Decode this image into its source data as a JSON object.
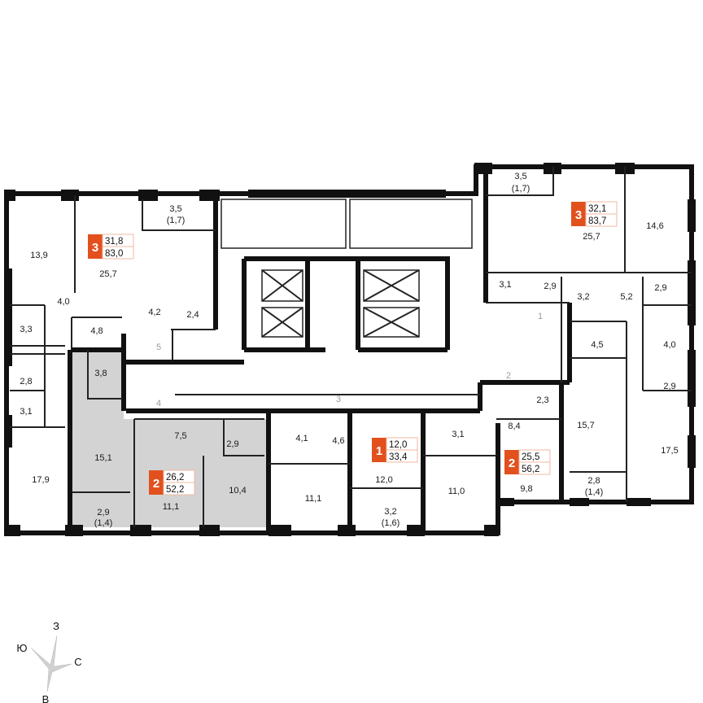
{
  "colors": {
    "badge": "#e2501e",
    "selected_apartment": "#d3d3d3",
    "walls": "#111111"
  },
  "rooms": [
    "13,9",
    "25,7",
    "3,5",
    "4,0",
    "4,2",
    "2,4",
    "3,3",
    "4,8",
    "3,8",
    "2,8",
    "3,1",
    "15,1",
    "7,5",
    "2,9",
    "17,9",
    "10,4",
    "11,1",
    "2,9",
    "4,1",
    "4,6",
    "11,1",
    "12,0",
    "3,2",
    "3,1",
    "11,0",
    "8,4",
    "2,3",
    "15,7",
    "9,8",
    "2,8",
    "17,5",
    "2,9",
    "4,0",
    "4,5",
    "3,2",
    "5,2",
    "2,9",
    "3,1",
    "2,9",
    "25,7",
    "14,6",
    "3,5"
  ],
  "balcony_sub": {
    "b2": "(1,7)",
    "b17": "(1,4)",
    "b22": "(1,6)",
    "b29": "(1,4)",
    "b41": "(1,7)"
  },
  "sections": [
    "5",
    "4",
    "3",
    "2",
    "1"
  ],
  "apartments": [
    {
      "rooms": "3",
      "living": "31,8",
      "total": "83,0"
    },
    {
      "rooms": "2",
      "living": "26,2",
      "total": "52,2"
    },
    {
      "rooms": "1",
      "living": "12,0",
      "total": "33,4"
    },
    {
      "rooms": "2",
      "living": "25,5",
      "total": "56,2"
    },
    {
      "rooms": "3",
      "living": "32,1",
      "total": "83,7"
    }
  ],
  "compass": {
    "north": "З",
    "south": "В",
    "west": "Ю",
    "east": "С"
  }
}
